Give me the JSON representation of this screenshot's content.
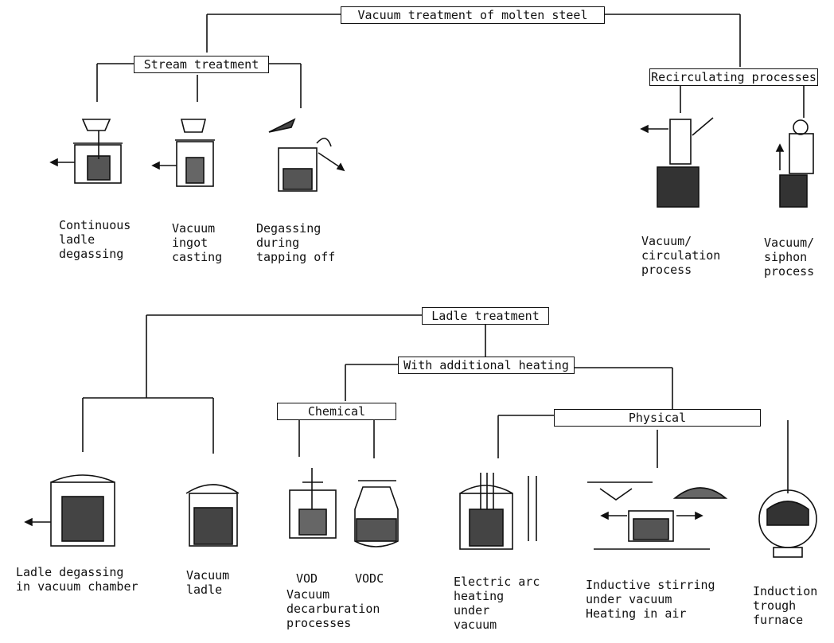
{
  "boxes": {
    "root": "Vacuum treatment of molten steel",
    "stream": "Stream treatment",
    "recirc": "Recirculating processes",
    "ladle": "Ladle treatment",
    "heating": "With additional heating",
    "chemical": "Chemical",
    "physical": "Physical"
  },
  "labels": {
    "continuous": "Continuous\nladle\ndegassing",
    "ingot": "Vacuum\ningot\ncasting",
    "tapping": "Degassing\nduring\ntapping off",
    "circulation": "Vacuum/\ncirculation\nprocess",
    "siphon": "Vacuum/\nsiphon\nprocess",
    "chamber": "Ladle degassing\nin vacuum chamber",
    "vladle": "Vacuum\nladle",
    "vod": "VOD",
    "vodc": "VODC",
    "decarb": "Vacuum\ndecarburation\nprocesses",
    "arc": "Electric arc\nheating\nunder\nvacuum",
    "stirring": "Inductive stirring\nunder vacuum\nHeating in air",
    "trough": "Induction\ntrough\nfurnace"
  }
}
